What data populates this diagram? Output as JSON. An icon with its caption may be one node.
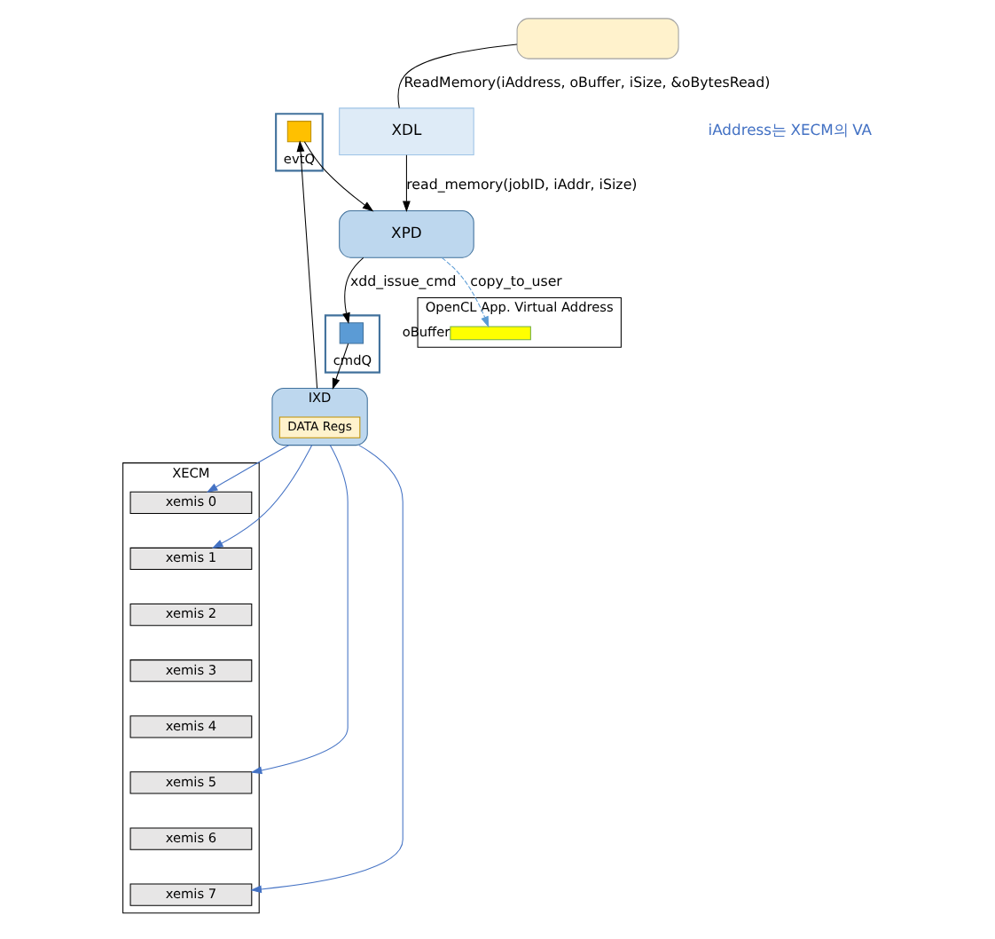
{
  "diagram": {
    "nodes": [
      {
        "text": [
          "OpenCL App. Virtual Address"
        ]
      },
      {
        "text": [],
        "shape": "bar",
        "in": 0,
        "beside": [
          "oBuffer"
        ]
      },
      {
        "text": [],
        "shape": "box"
      },
      {
        "text": [
          "XDL"
        ]
      },
      {
        "text": [
          "XPD"
        ]
      },
      {
        "text": [
          "cmdQ"
        ]
      },
      {
        "text": [],
        "shape": "box",
        "in": 5
      },
      {
        "text": [
          "evtQ"
        ]
      },
      {
        "text": [],
        "shape": "box",
        "in": 7
      },
      {
        "text": [
          "IXD"
        ]
      },
      {
        "text": [
          "DATA Regs"
        ],
        "in": 9
      },
      {
        "text": [
          "XECM"
        ]
      },
      {
        "text": [
          "xemis 0"
        ],
        "in": 11
      },
      {
        "text": [
          "xemis 1"
        ],
        "in": 11
      },
      {
        "text": [
          "xemis 2"
        ],
        "in": 11
      },
      {
        "text": [
          "xemis 3"
        ],
        "in": 11
      },
      {
        "text": [
          "xemis 4"
        ],
        "in": 11
      },
      {
        "text": [
          "xemis 5"
        ],
        "in": 11
      },
      {
        "text": [
          "xemis 6"
        ],
        "in": 11
      },
      {
        "text": [
          "xemis 7"
        ],
        "in": 11
      }
    ],
    "edges": [
      {
        "from": 2,
        "to": 3,
        "arrow": "none",
        "label": "ReadMemory(iAddress, oBuffer, iSize, &oBytesRead)"
      },
      {
        "from": 3,
        "to": 4,
        "arrow": "to",
        "label": "read_memory(jobID, iAddr, iSize)"
      },
      {
        "from": 4,
        "to": 1,
        "arrow": "to",
        "label": "copy_to_user",
        "style": "dashed",
        "color": "#5b9bd5"
      },
      {
        "from": 4,
        "to": 6,
        "arrow": "to",
        "label": "xdd_issue_cmd"
      },
      {
        "from": 6,
        "to": 9,
        "arrow": "to"
      },
      {
        "from": 9,
        "to": 8,
        "arrow": "to"
      },
      {
        "from": 8,
        "to": 4,
        "arrow": "to"
      },
      {
        "from": 9,
        "to": 12,
        "arrow": "to",
        "color": "#4472c4"
      },
      {
        "from": 9,
        "to": 13,
        "arrow": "to",
        "color": "#4472c4"
      },
      {
        "from": 9,
        "to": 17,
        "arrow": "to",
        "color": "#4472c4"
      },
      {
        "from": 9,
        "to": 19,
        "arrow": "to",
        "color": "#4472c4"
      }
    ],
    "labels": [
      "iAddress는 XECM의 VA"
    ]
  }
}
